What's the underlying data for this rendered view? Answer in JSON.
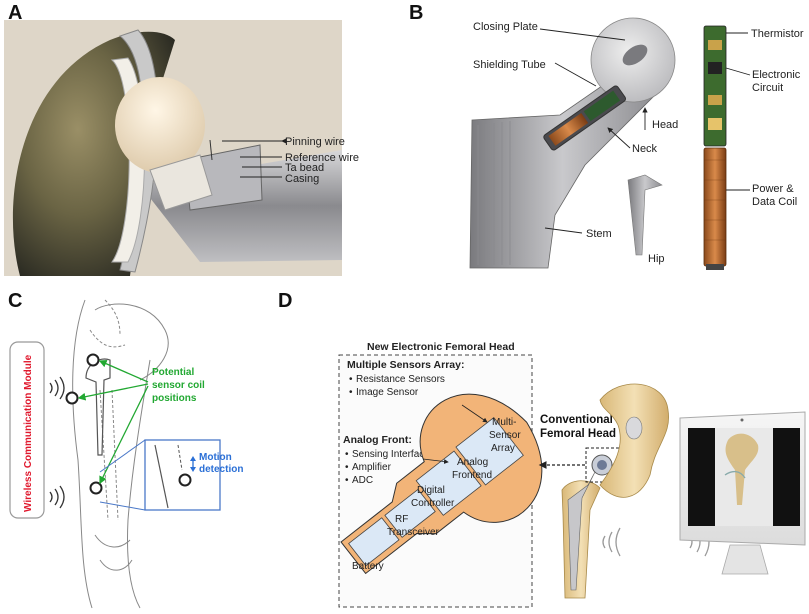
{
  "panels": {
    "a": {
      "letter": "A",
      "labels": [
        "Pinning wire",
        "Reference wire",
        "Ta bead",
        "Casing"
      ]
    },
    "b": {
      "letter": "B",
      "labels": {
        "closing_plate": "Closing Plate",
        "shielding_tube": "Shielding Tube",
        "head": "Head",
        "neck": "Neck",
        "stem": "Stem",
        "hip": "Hip",
        "thermistor": "Thermistor",
        "electronic_1": "Electronic",
        "electronic_2": "Circuit",
        "power_1": "Power &",
        "power_2": "Data Coil"
      }
    },
    "c": {
      "letter": "C",
      "wireless": "Wireless Communication Module",
      "potential_1": "Potential",
      "potential_2": "sensor coil",
      "potential_3": "positions",
      "motion_1": "Motion",
      "motion_2": "detection"
    },
    "d": {
      "letter": "D",
      "title": "New Electronic Femoral Head",
      "multi_title": "Multiple Sensors Array:",
      "multi_items": [
        "Resistance Sensors",
        "Image Sensor"
      ],
      "analog_title": "Analog Front:",
      "analog_items": [
        "Sensing Interface",
        "Amplifier",
        "ADC"
      ],
      "blocks": {
        "multi_1": "Multi-",
        "multi_2": "Sensor",
        "multi_3": "Array",
        "analog_1": "Analog",
        "analog_2": "Frontend",
        "digital_1": "Digital",
        "digital_2": "Controller",
        "rf_1": "RF",
        "rf_2": "Transceiver",
        "battery": "Battery"
      },
      "conv_1": "Conventional",
      "conv_2": "Femoral Head"
    }
  },
  "colors": {
    "green": "#22a832",
    "blue": "#2a6fd6",
    "red": "#e0182d",
    "orange": "#f2b478",
    "block_blue": "#dbe8f6"
  }
}
